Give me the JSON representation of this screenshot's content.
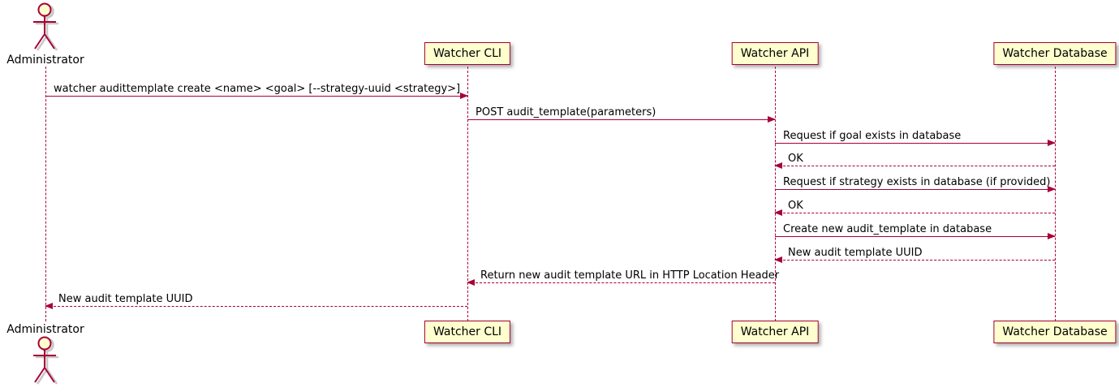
{
  "diagram": {
    "type": "sequence",
    "colors": {
      "participant_fill": "#FEFECE",
      "line": "#A80036",
      "text": "#000000",
      "background": "#FFFFFF"
    },
    "participants": [
      {
        "id": "administrator",
        "label": "Administrator",
        "kind": "actor",
        "icon": "actor-stick-figure-icon"
      },
      {
        "id": "watcher-cli",
        "label": "Watcher CLI",
        "kind": "participant"
      },
      {
        "id": "watcher-api",
        "label": "Watcher API",
        "kind": "participant"
      },
      {
        "id": "watcher-db",
        "label": "Watcher Database",
        "kind": "participant"
      }
    ],
    "messages": [
      {
        "from": "administrator",
        "to": "watcher-cli",
        "text": "watcher audittemplate create <name> <goal> [--strategy-uuid <strategy>]",
        "line": "solid"
      },
      {
        "from": "watcher-cli",
        "to": "watcher-api",
        "text": "POST audit_template(parameters)",
        "line": "solid"
      },
      {
        "from": "watcher-api",
        "to": "watcher-db",
        "text": "Request if goal exists in database",
        "line": "solid"
      },
      {
        "from": "watcher-db",
        "to": "watcher-api",
        "text": "OK",
        "line": "dashed"
      },
      {
        "from": "watcher-api",
        "to": "watcher-db",
        "text": "Request if strategy exists in database (if provided)",
        "line": "solid"
      },
      {
        "from": "watcher-db",
        "to": "watcher-api",
        "text": "OK",
        "line": "dashed"
      },
      {
        "from": "watcher-api",
        "to": "watcher-db",
        "text": "Create new audit_template in database",
        "line": "solid"
      },
      {
        "from": "watcher-db",
        "to": "watcher-api",
        "text": "New audit template UUID",
        "line": "dashed"
      },
      {
        "from": "watcher-api",
        "to": "watcher-cli",
        "text": "Return new audit template URL in HTTP Location Header",
        "line": "dashed"
      },
      {
        "from": "watcher-cli",
        "to": "administrator",
        "text": "New audit template UUID",
        "line": "dashed"
      }
    ]
  }
}
